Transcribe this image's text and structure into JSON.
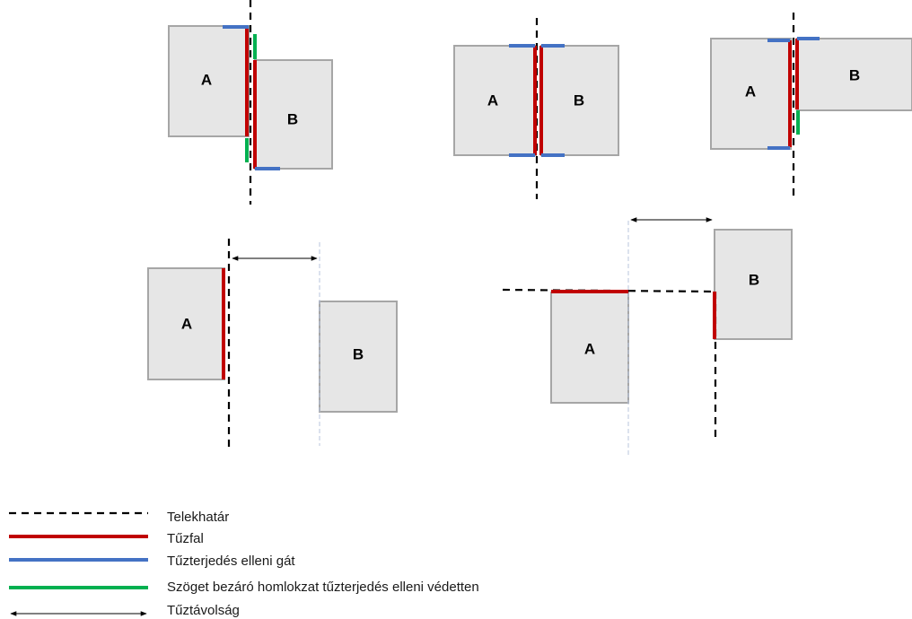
{
  "labels": {
    "a": "A",
    "b": "B"
  },
  "legend": {
    "boundary": "Telekhatár",
    "firewall": "Tűzfal",
    "barrier": "Tűzterjedés elleni gát",
    "corner": "Szöget bezáró homlokzat tűzterjedés elleni védetten",
    "distance": "Tűztávolság"
  },
  "colors": {
    "boundary": "#000000",
    "firewall": "#c00000",
    "barrier": "#4472c4",
    "corner_protected": "#00b050",
    "building_fill": "#e6e6e6",
    "building_stroke": "#a6a6a6"
  }
}
